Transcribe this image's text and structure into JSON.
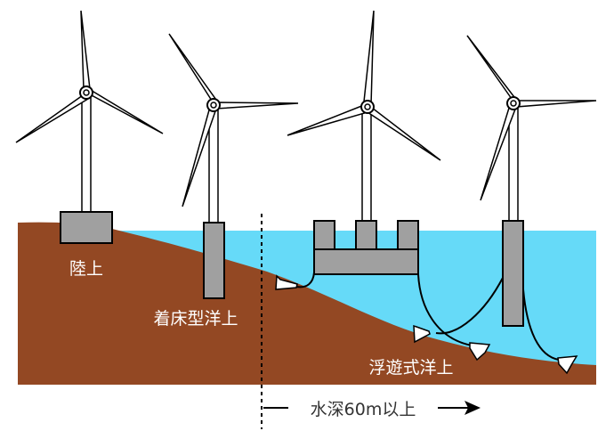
{
  "labels": {
    "onshore": "陸上",
    "fixed_offshore": "着床型洋上",
    "floating_offshore": "浮遊式洋上",
    "depth_note": "水深60m以上"
  },
  "colors": {
    "seabed": "#934823",
    "water": "#66DAF8",
    "structure": "#A0A0A0",
    "outline": "#000000"
  }
}
